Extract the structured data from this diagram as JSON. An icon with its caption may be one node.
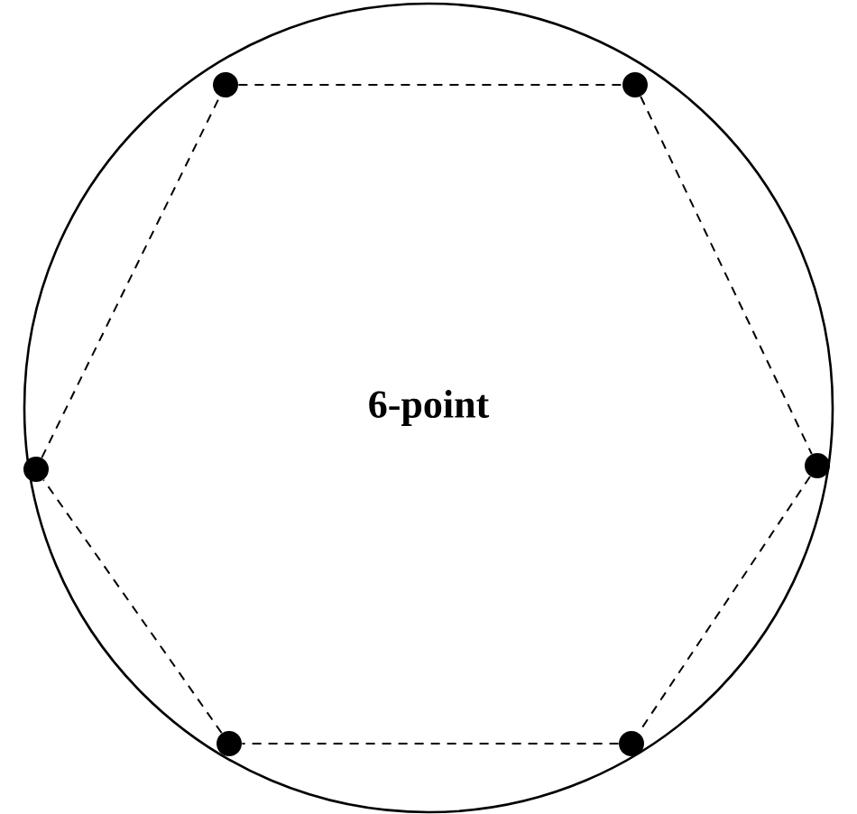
{
  "diagram": {
    "nodes": [
      {
        "text": [
          "6-point"
        ]
      },
      {
        "text": [],
        "shape": "circle",
        "in": 0
      },
      {
        "text": [],
        "shape": "circle",
        "in": 0
      },
      {
        "text": [],
        "shape": "circle",
        "in": 0
      },
      {
        "text": [],
        "shape": "circle",
        "in": 0
      },
      {
        "text": [],
        "shape": "circle",
        "in": 0
      },
      {
        "text": [],
        "shape": "circle",
        "in": 0
      }
    ],
    "edges": [
      {
        "from": 1,
        "to": 2,
        "arrow": "none",
        "style": "dashed"
      },
      {
        "from": 2,
        "to": 3,
        "arrow": "none",
        "style": "dashed"
      },
      {
        "from": 3,
        "to": 4,
        "arrow": "none",
        "style": "dashed"
      },
      {
        "from": 4,
        "to": 5,
        "arrow": "none",
        "style": "dashed"
      },
      {
        "from": 5,
        "to": 6,
        "arrow": "none",
        "style": "dashed"
      },
      {
        "from": 6,
        "to": 1,
        "arrow": "none",
        "style": "dashed"
      }
    ]
  }
}
